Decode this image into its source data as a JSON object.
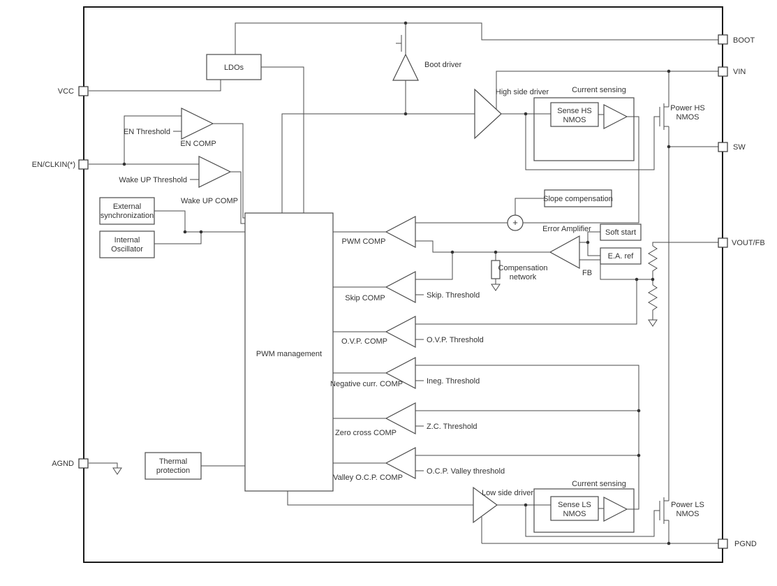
{
  "pins": {
    "vcc": "VCC",
    "en_clkin": "EN/CLKIN(*)",
    "agnd": "AGND",
    "boot": "BOOT",
    "vin": "VIN",
    "sw": "SW",
    "vout_fb": "VOUT/FB",
    "pgnd": "PGND"
  },
  "blocks": {
    "ldos": "LDOs",
    "external_sync": [
      "External",
      "synchronization"
    ],
    "internal_osc": [
      "Internal",
      "Oscillator"
    ],
    "thermal": [
      "Thermal",
      "protection"
    ],
    "pwm_mgmt": "PWM management",
    "slope_comp": "Slope compensation",
    "soft_start": "Soft start",
    "ea_ref": "E.A. ref",
    "sense_hs": [
      "Sense HS",
      "NMOS"
    ],
    "sense_ls": [
      "Sense LS",
      "NMOS"
    ]
  },
  "labels": {
    "en_threshold": "EN Threshold",
    "en_comp": "EN COMP",
    "wake_up_threshold": "Wake UP Threshold",
    "wake_up_comp": "Wake UP COMP",
    "boot_driver": "Boot driver",
    "high_side_driver": "High side driver",
    "current_sensing_hs": "Current sensing",
    "current_sensing_ls": "Current sensing",
    "power_hs": [
      "Power HS",
      "NMOS"
    ],
    "power_ls": [
      "Power LS",
      "NMOS"
    ],
    "pwm_comp": "PWM COMP",
    "error_amplifier": "Error Amplifier",
    "fb": "FB",
    "compensation_network": [
      "Compensation",
      "network"
    ],
    "skip_comp": "Skip COMP",
    "skip_threshold": "Skip. Threshold",
    "ovp_comp": "O.V.P. COMP",
    "ovp_threshold": "O.V.P. Threshold",
    "neg_curr_comp": "Negative curr. COMP",
    "ineg_threshold": "Ineg. Threshold",
    "zero_cross_comp": "Zero cross COMP",
    "zc_threshold": "Z.C. Threshold",
    "valley_ocp_comp": "Valley O.C.P. COMP",
    "ocp_valley_threshold": "O.C.P. Valley threshold",
    "low_side_driver": "Low side driver",
    "plus_sign": "+"
  }
}
